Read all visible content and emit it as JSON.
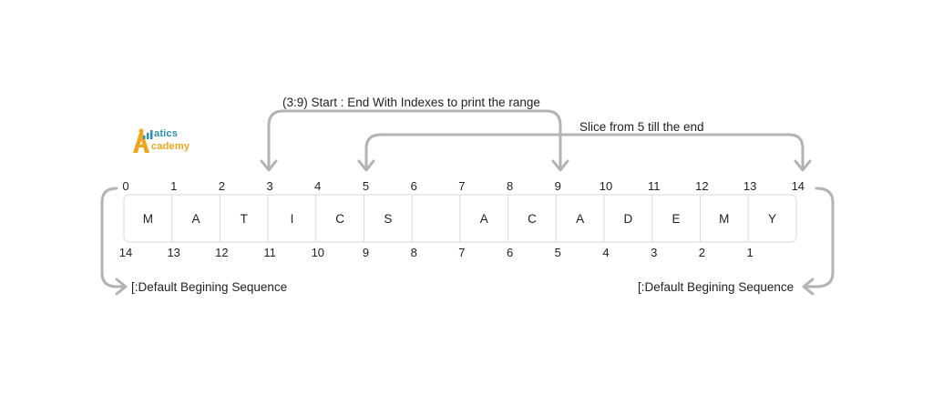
{
  "letters": [
    "M",
    "A",
    "T",
    "I",
    "C",
    "S",
    "",
    "A",
    "C",
    "A",
    "D",
    "E",
    "M",
    "Y"
  ],
  "top_indices": [
    "0",
    "1",
    "2",
    "3",
    "4",
    "5",
    "6",
    "7",
    "8",
    "9",
    "10",
    "11",
    "12",
    "13",
    "14"
  ],
  "bottom_indices": [
    "14",
    "13",
    "12",
    "11",
    "10",
    "9",
    "8",
    "7",
    "6",
    "5",
    "4",
    "3",
    "2",
    "1"
  ],
  "labels": {
    "range_label": "(3:9) Start : End With Indexes to print the range",
    "slice_label": "Slice from 5 till the end",
    "default_left": "[:Default Begining Sequence",
    "default_right": "[:Default Begining Sequence"
  },
  "logo": {
    "text_top": "atics",
    "text_bottom": "cademy"
  },
  "colors": {
    "arrow": "#b3b3b3",
    "cell_border": "#d9d9d9",
    "text": "#222222",
    "logo_blue": "#2a8fb0",
    "logo_orange": "#f2a51a"
  }
}
